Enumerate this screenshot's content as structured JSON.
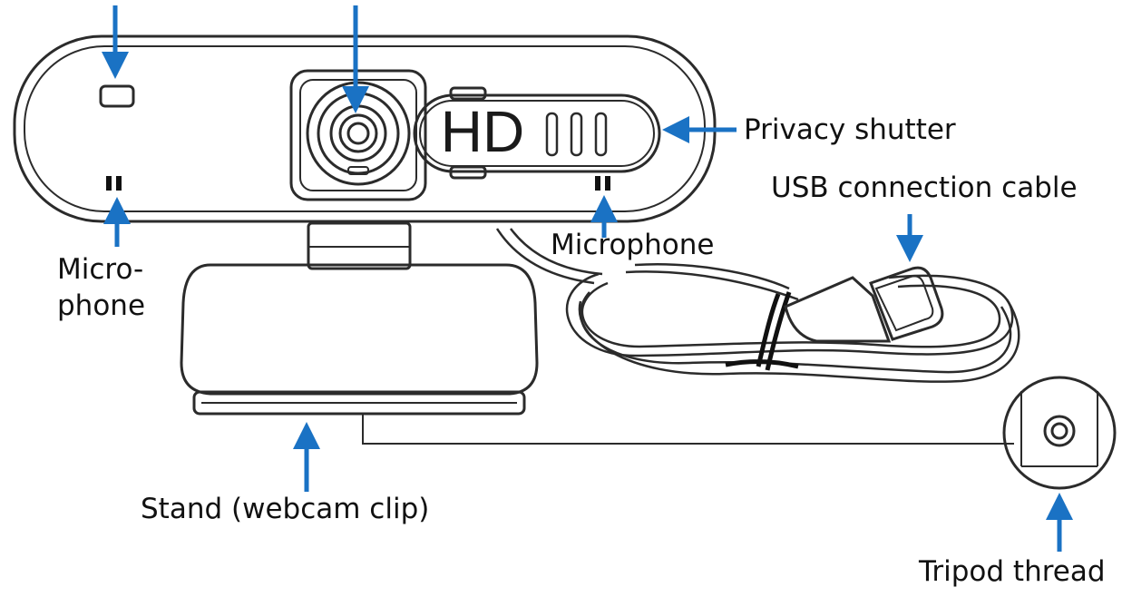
{
  "diagram": {
    "device_badge": "HD",
    "labels": {
      "privacy_shutter": "Privacy shutter",
      "usb_cable": "USB connection cable",
      "microphone_right": "Microphone",
      "microphone_left_line1": "Micro-",
      "microphone_left_line2": "phone",
      "stand": "Stand (webcam clip)",
      "tripod": "Tripod thread"
    },
    "colors": {
      "arrow": "#1a72c4",
      "outline": "#2b2b2b",
      "text": "#111111"
    },
    "icons": [
      "arrow-icon",
      "webcam-lens-icon",
      "microphone-hole-icon",
      "usb-plug-icon",
      "tripod-thread-icon"
    ]
  }
}
